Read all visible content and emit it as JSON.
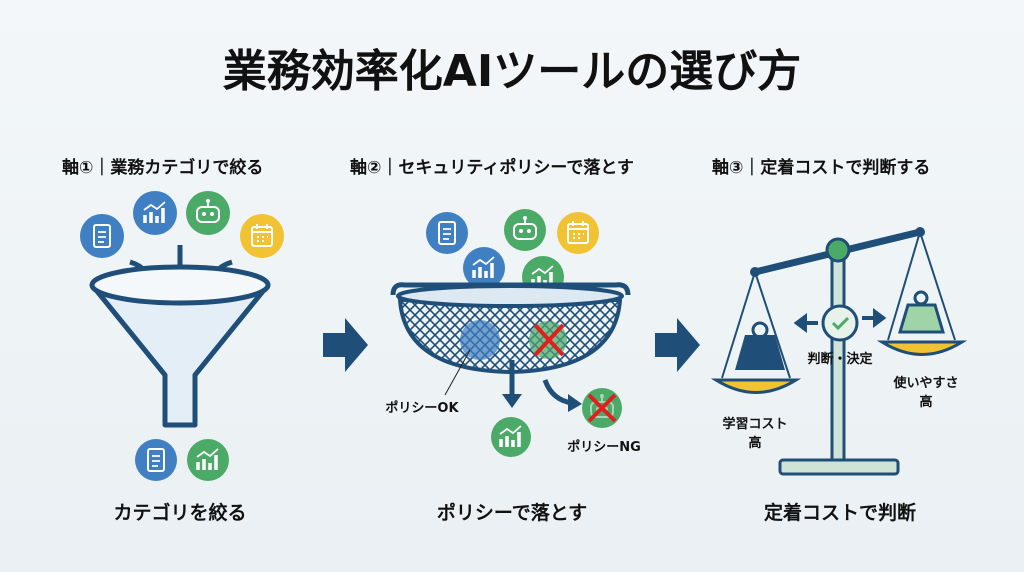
{
  "title": "業務効率化AIツールの選び方",
  "colors": {
    "navy": "#1f4e79",
    "blue": "#3f7fc2",
    "green": "#4caa68",
    "yellow": "#f1c232",
    "red": "#e02020"
  },
  "steps": [
    {
      "heading": "軸①｜業務カテゴリで絞る",
      "caption": "カテゴリを絞る"
    },
    {
      "heading": "軸②｜セキュリティポリシーで落とす",
      "caption": "ポリシーで落とす",
      "ok_label": "ポリシーOK",
      "ng_label": "ポリシーNG"
    },
    {
      "heading": "軸③｜定着コストで判断する",
      "caption": "定着コストで判断",
      "center_label": "判断・決定",
      "right_label_1": "使いやすさ",
      "right_label_2": "高",
      "left_label_1": "学習コスト",
      "left_label_2": "高"
    }
  ]
}
